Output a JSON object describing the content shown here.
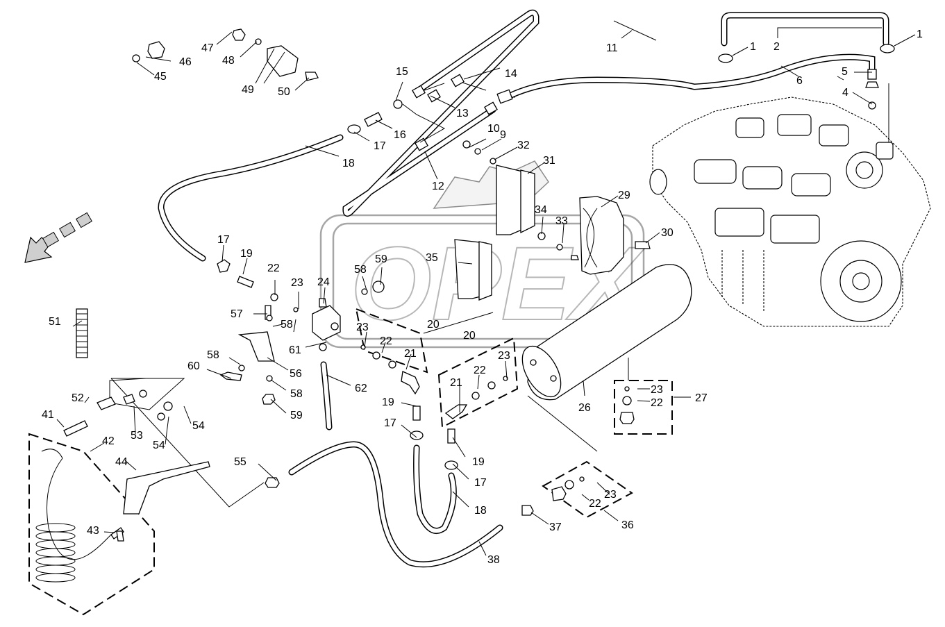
{
  "watermark": {
    "text": "OPEX"
  },
  "labels": [
    {
      "id": "l1a",
      "text": "1"
    },
    {
      "id": "l1b",
      "text": "1"
    },
    {
      "id": "l2",
      "text": "2"
    },
    {
      "id": "l4",
      "text": "4"
    },
    {
      "id": "l5",
      "text": "5"
    },
    {
      "id": "l6",
      "text": "6"
    },
    {
      "id": "l9",
      "text": "9"
    },
    {
      "id": "l10",
      "text": "10"
    },
    {
      "id": "l11",
      "text": "11"
    },
    {
      "id": "l12",
      "text": "12"
    },
    {
      "id": "l13",
      "text": "13"
    },
    {
      "id": "l14",
      "text": "14"
    },
    {
      "id": "l15",
      "text": "15"
    },
    {
      "id": "l16",
      "text": "16"
    },
    {
      "id": "l17a",
      "text": "17"
    },
    {
      "id": "l17b",
      "text": "17"
    },
    {
      "id": "l17c",
      "text": "17"
    },
    {
      "id": "l17d",
      "text": "17"
    },
    {
      "id": "l18a",
      "text": "18"
    },
    {
      "id": "l18b",
      "text": "18"
    },
    {
      "id": "l19a",
      "text": "19"
    },
    {
      "id": "l19b",
      "text": "19"
    },
    {
      "id": "l19c",
      "text": "19"
    },
    {
      "id": "l20a",
      "text": "20"
    },
    {
      "id": "l20b",
      "text": "20"
    },
    {
      "id": "l21a",
      "text": "21"
    },
    {
      "id": "l21b",
      "text": "21"
    },
    {
      "id": "l22a",
      "text": "22"
    },
    {
      "id": "l22b",
      "text": "22"
    },
    {
      "id": "l22c",
      "text": "22"
    },
    {
      "id": "l22d",
      "text": "22"
    },
    {
      "id": "l22e",
      "text": "22"
    },
    {
      "id": "l23a",
      "text": "23"
    },
    {
      "id": "l23b",
      "text": "23"
    },
    {
      "id": "l23c",
      "text": "23"
    },
    {
      "id": "l23d",
      "text": "23"
    },
    {
      "id": "l23e",
      "text": "23"
    },
    {
      "id": "l24",
      "text": "24"
    },
    {
      "id": "l26",
      "text": "26"
    },
    {
      "id": "l27",
      "text": "27"
    },
    {
      "id": "l29",
      "text": "29"
    },
    {
      "id": "l30",
      "text": "30"
    },
    {
      "id": "l31",
      "text": "31"
    },
    {
      "id": "l32",
      "text": "32"
    },
    {
      "id": "l33",
      "text": "33"
    },
    {
      "id": "l34",
      "text": "34"
    },
    {
      "id": "l35",
      "text": "35"
    },
    {
      "id": "l36",
      "text": "36"
    },
    {
      "id": "l37",
      "text": "37"
    },
    {
      "id": "l38",
      "text": "38"
    },
    {
      "id": "l41",
      "text": "41"
    },
    {
      "id": "l42",
      "text": "42"
    },
    {
      "id": "l43",
      "text": "43"
    },
    {
      "id": "l44",
      "text": "44"
    },
    {
      "id": "l45",
      "text": "45"
    },
    {
      "id": "l46",
      "text": "46"
    },
    {
      "id": "l47",
      "text": "47"
    },
    {
      "id": "l48",
      "text": "48"
    },
    {
      "id": "l49",
      "text": "49"
    },
    {
      "id": "l50",
      "text": "50"
    },
    {
      "id": "l51",
      "text": "51"
    },
    {
      "id": "l52",
      "text": "52"
    },
    {
      "id": "l53",
      "text": "53"
    },
    {
      "id": "l54a",
      "text": "54"
    },
    {
      "id": "l54b",
      "text": "54"
    },
    {
      "id": "l55",
      "text": "55"
    },
    {
      "id": "l56",
      "text": "56"
    },
    {
      "id": "l57",
      "text": "57"
    },
    {
      "id": "l58a",
      "text": "58"
    },
    {
      "id": "l58b",
      "text": "58"
    },
    {
      "id": "l58c",
      "text": "58"
    },
    {
      "id": "l58d",
      "text": "58"
    },
    {
      "id": "l59a",
      "text": "59"
    },
    {
      "id": "l59b",
      "text": "59"
    },
    {
      "id": "l60",
      "text": "60"
    },
    {
      "id": "l61",
      "text": "61"
    },
    {
      "id": "l62",
      "text": "62"
    }
  ]
}
